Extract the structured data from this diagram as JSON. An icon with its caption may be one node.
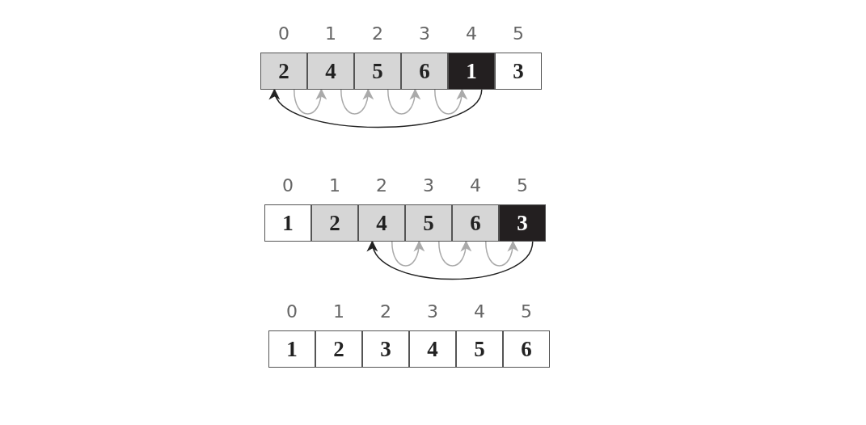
{
  "diagram": {
    "nodes": [
      {
        "text": [
          "2"
        ]
      },
      {
        "text": [
          "4"
        ]
      },
      {
        "text": [
          "5"
        ]
      },
      {
        "text": [
          "6"
        ]
      },
      {
        "text": [
          "1"
        ]
      },
      {
        "text": [
          "3"
        ]
      },
      {
        "text": [
          "1"
        ]
      },
      {
        "text": [
          "2"
        ]
      },
      {
        "text": [
          "4"
        ]
      },
      {
        "text": [
          "5"
        ]
      },
      {
        "text": [
          "6"
        ]
      },
      {
        "text": [
          "3"
        ]
      },
      {
        "text": [
          "1"
        ]
      },
      {
        "text": [
          "2"
        ]
      },
      {
        "text": [
          "3"
        ]
      },
      {
        "text": [
          "4"
        ]
      },
      {
        "text": [
          "5"
        ]
      },
      {
        "text": [
          "6"
        ]
      }
    ],
    "edges": [
      {
        "from": 0,
        "to": 1,
        "arrow": "to"
      },
      {
        "from": 1,
        "to": 2,
        "arrow": "to"
      },
      {
        "from": 2,
        "to": 3,
        "arrow": "to"
      },
      {
        "from": 3,
        "to": 4,
        "arrow": "to"
      },
      {
        "from": 4,
        "to": 0,
        "arrow": "to",
        "color": "#222222"
      },
      {
        "from": 8,
        "to": 9,
        "arrow": "to"
      },
      {
        "from": 9,
        "to": 10,
        "arrow": "to"
      },
      {
        "from": 10,
        "to": 11,
        "arrow": "to"
      },
      {
        "from": 11,
        "to": 8,
        "arrow": "to",
        "color": "#222222"
      }
    ],
    "labels": [
      "0",
      "1",
      "2",
      "3",
      "4",
      "5",
      "0",
      "1",
      "2",
      "3",
      "4",
      "5",
      "0",
      "1",
      "2",
      "3",
      "4",
      "5"
    ]
  }
}
